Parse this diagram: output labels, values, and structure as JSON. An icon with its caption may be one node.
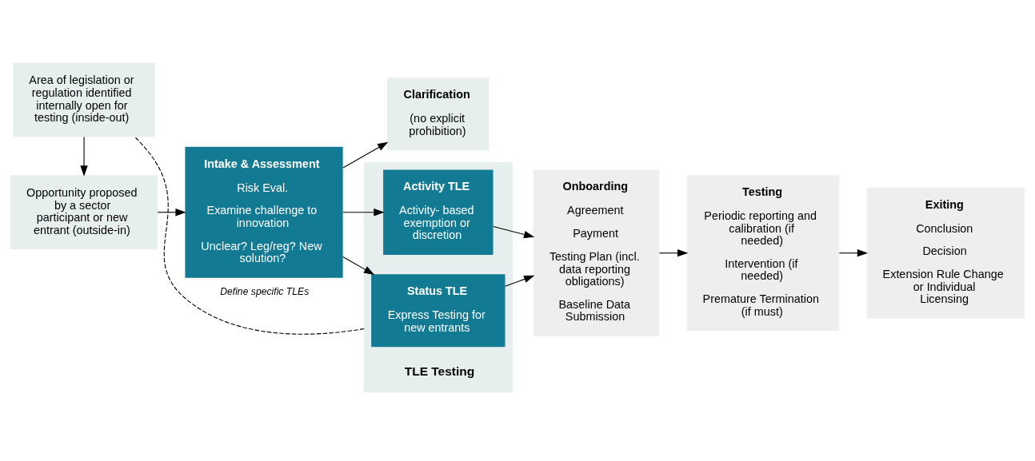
{
  "diagram": {
    "nodes": [
      {
        "text": [
          "Opportunity proposed by a sector participant or new entrant (outside-in)"
        ]
      },
      {
        "text": [
          "Area of legislation or regulation identified internally open for testing (inside-out)"
        ]
      },
      {
        "text": [
          "Intake & Assessment",
          "Risk Eval.",
          "Examine challenge to innovation",
          "Unclear? Leg/reg? New solution?"
        ]
      },
      {
        "text": [
          "Clarification",
          "(no explicit prohibition)"
        ]
      },
      {
        "text": [
          "TLE Testing"
        ]
      },
      {
        "text": [
          "Activity TLE",
          "Activity- based exemption or discretion"
        ],
        "in": 4
      },
      {
        "text": [
          "Status TLE",
          "Express Testing for new entrants"
        ],
        "in": 4
      },
      {
        "text": [
          "Onboarding",
          "Agreement",
          "Payment",
          "Testing Plan (incl. data reporting obligations)",
          "Baseline Data Submission"
        ]
      },
      {
        "text": [
          "Testing",
          "Periodic reporting and calibration (if needed)",
          "Intervention (if needed)",
          "Premature Termination (if must)"
        ]
      },
      {
        "text": [
          "Exiting",
          "Conclusion",
          "Decision",
          "Extension Rule Change or Individual Licensing"
        ]
      }
    ],
    "edges": [
      {
        "from": 1,
        "to": 0,
        "arrow": "to"
      },
      {
        "from": 0,
        "to": 2,
        "arrow": "to"
      },
      {
        "from": 2,
        "to": 3,
        "arrow": "to"
      },
      {
        "from": 2,
        "to": 5,
        "arrow": "to"
      },
      {
        "from": 2,
        "to": 6,
        "arrow": "to"
      },
      {
        "from": 5,
        "to": 7,
        "arrow": "to"
      },
      {
        "from": 6,
        "to": 7,
        "arrow": "to"
      },
      {
        "from": 7,
        "to": 8,
        "arrow": "to"
      },
      {
        "from": 8,
        "to": 9,
        "arrow": "to"
      },
      {
        "from": 4,
        "to": 1,
        "arrow": "none",
        "style": "dashed",
        "label": "Define specific TLEs"
      }
    ]
  }
}
